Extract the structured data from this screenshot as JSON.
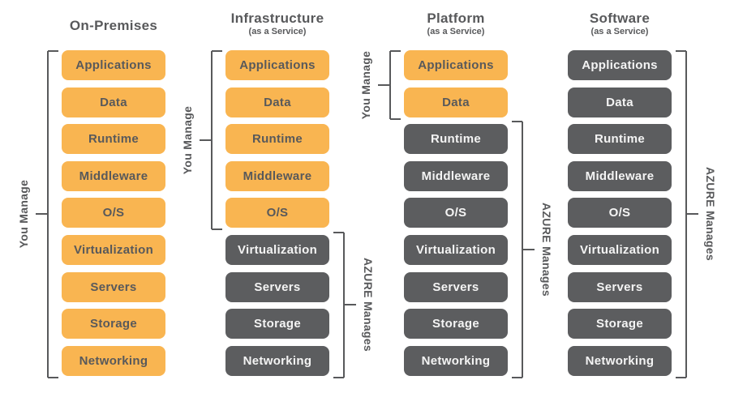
{
  "diagram": {
    "background": "#ffffff",
    "legend": {
      "you_manage_label": "You Manage",
      "azure_manages_label": "AZURE Manages",
      "you_manage_color": "#F9B551",
      "azure_manages_color": "#5C5D5F",
      "text_on_you_manage": "#58595B",
      "text_on_azure_manages": "#F4F4F4",
      "bracket_color": "#58595B",
      "header_color": "#58595B"
    },
    "layers": [
      "Applications",
      "Data",
      "Runtime",
      "Middleware",
      "O/S",
      "Virtualization",
      "Servers",
      "Storage",
      "Networking"
    ],
    "columns": [
      {
        "id": "on-premises",
        "title": "On-Premises",
        "subtitle": "",
        "you_manage_count": 9
      },
      {
        "id": "iaas",
        "title": "Infrastructure",
        "subtitle": "(as a Service)",
        "you_manage_count": 5
      },
      {
        "id": "paas",
        "title": "Platform",
        "subtitle": "(as a Service)",
        "you_manage_count": 2
      },
      {
        "id": "saas",
        "title": "Software",
        "subtitle": "(as a Service)",
        "you_manage_count": 0
      }
    ]
  }
}
